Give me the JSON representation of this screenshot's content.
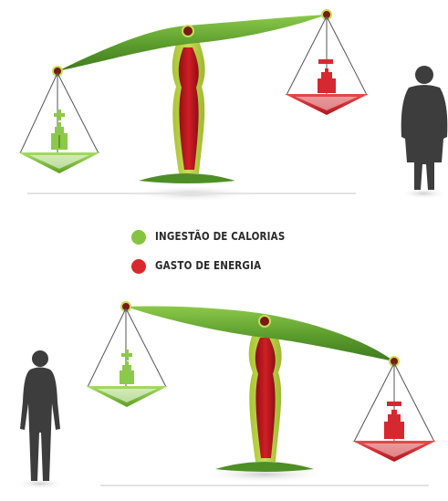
{
  "legend": {
    "items": [
      {
        "label": "INGESTÃO DE CALORIAS",
        "color": "#86c440"
      },
      {
        "label": "GASTO DE ENERGIA",
        "color": "#d8282e"
      }
    ]
  },
  "colors": {
    "beam_green": "#5a9b2c",
    "beam_light": "#8cc94a",
    "pillar_red": "#c4161c",
    "pillar_yellow": "#b7cf3e",
    "pan_green": "#7dbf3c",
    "pan_red": "#d62830",
    "silhouette": "#3d3d3d"
  },
  "scales": [
    {
      "name": "top-scale",
      "left_pan": {
        "sign": "+",
        "weight": "calories"
      },
      "right_pan": {
        "sign": "−",
        "weight": "energy"
      },
      "silhouette": "obese-person-icon"
    },
    {
      "name": "bottom-scale",
      "left_pan": {
        "sign": "+",
        "weight": "calories"
      },
      "right_pan": {
        "sign": "−",
        "weight": "energy"
      },
      "silhouette": "thin-person-icon"
    }
  ]
}
